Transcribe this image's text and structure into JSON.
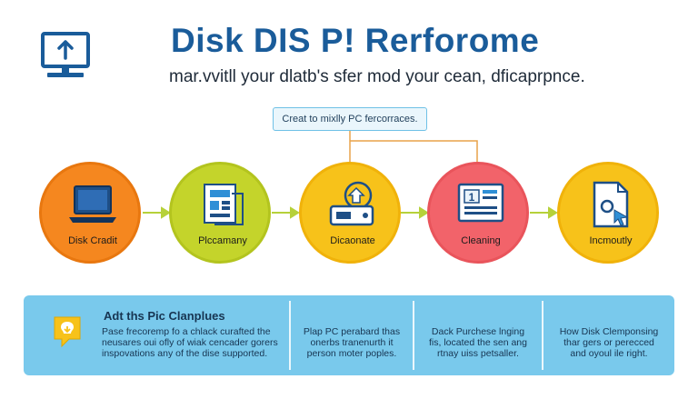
{
  "header": {
    "title": "Disk DIS P! Rerforome",
    "subtitle": "mar.vvitll your dlatb's sfer mod your cean, dficaprpnce."
  },
  "callout": {
    "text": "Creat to mixlly PC fercorraces."
  },
  "steps": [
    {
      "label": "Disk Cradit",
      "icon": "laptop-icon",
      "color": "#f5871f",
      "ring": "#e8770f"
    },
    {
      "label": "Plccamany",
      "icon": "documents-icon",
      "color": "#c4d42b",
      "ring": "#b3c41e"
    },
    {
      "label": "Dicaonate",
      "icon": "disk-drive-icon",
      "color": "#f7c21a",
      "ring": "#f0b20a"
    },
    {
      "label": "Cleaning",
      "icon": "monitor-panel-icon",
      "color": "#f2636a",
      "ring": "#e9545b"
    },
    {
      "label": "Incmoutly",
      "icon": "file-cursor-icon",
      "color": "#f7c21a",
      "ring": "#f0b20a"
    }
  ],
  "panel": {
    "heading": "Adt ths Pic Clanplues",
    "main_lines": [
      "Pase frecoremp fo a chlack curafted the",
      "neusares oui ofly of wiak cencader gorers",
      "inspovations any of the dise supported."
    ],
    "columns": [
      {
        "lines": [
          "Plap PC perabard thas",
          "onerbs tranenurth it",
          "person moter poples."
        ]
      },
      {
        "lines": [
          "Dack Purchese lnging",
          "fis, located the sen ang",
          "rtnay uiss petsaller."
        ]
      },
      {
        "lines": [
          "How Disk Clemponsing",
          "thar gers or perecced",
          "and oyoul ile right."
        ]
      }
    ]
  },
  "colors": {
    "accent": "#1a5c9a",
    "panel": "#79c9ec",
    "arrow": "#b6d13a",
    "connector": "#e8a24a"
  }
}
